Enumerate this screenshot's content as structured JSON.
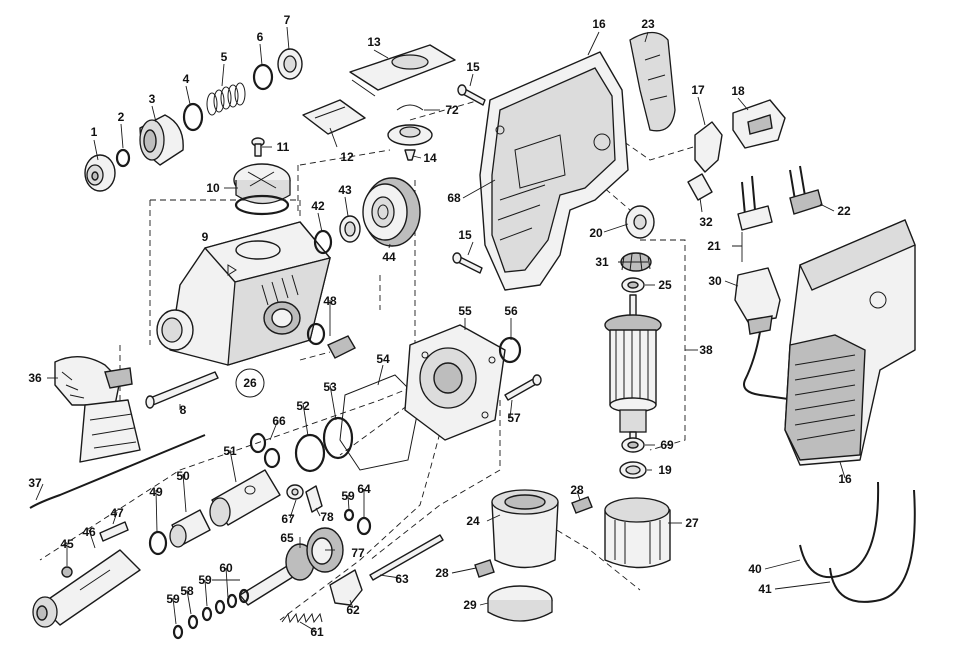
{
  "parts": [
    {
      "id": "p1",
      "label": "1"
    },
    {
      "id": "p2",
      "label": "2"
    },
    {
      "id": "p3",
      "label": "3"
    },
    {
      "id": "p4",
      "label": "4"
    },
    {
      "id": "p5",
      "label": "5"
    },
    {
      "id": "p6",
      "label": "6"
    },
    {
      "id": "p7",
      "label": "7"
    },
    {
      "id": "p8",
      "label": "8"
    },
    {
      "id": "p9",
      "label": "9"
    },
    {
      "id": "p10",
      "label": "10"
    },
    {
      "id": "p11",
      "label": "11"
    },
    {
      "id": "p12",
      "label": "12"
    },
    {
      "id": "p13",
      "label": "13"
    },
    {
      "id": "p14",
      "label": "14"
    },
    {
      "id": "p15a",
      "label": "15"
    },
    {
      "id": "p15b",
      "label": "15"
    },
    {
      "id": "p16a",
      "label": "16"
    },
    {
      "id": "p16b",
      "label": "16"
    },
    {
      "id": "p17",
      "label": "17"
    },
    {
      "id": "p18",
      "label": "18"
    },
    {
      "id": "p19",
      "label": "19"
    },
    {
      "id": "p20",
      "label": "20"
    },
    {
      "id": "p21",
      "label": "21"
    },
    {
      "id": "p22",
      "label": "22"
    },
    {
      "id": "p23",
      "label": "23"
    },
    {
      "id": "p24",
      "label": "24"
    },
    {
      "id": "p25",
      "label": "25"
    },
    {
      "id": "p26",
      "label": "26"
    },
    {
      "id": "p27",
      "label": "27"
    },
    {
      "id": "p28a",
      "label": "28"
    },
    {
      "id": "p28b",
      "label": "28"
    },
    {
      "id": "p29",
      "label": "29"
    },
    {
      "id": "p30",
      "label": "30"
    },
    {
      "id": "p31",
      "label": "31"
    },
    {
      "id": "p32",
      "label": "32"
    },
    {
      "id": "p36",
      "label": "36"
    },
    {
      "id": "p37",
      "label": "37"
    },
    {
      "id": "p38",
      "label": "38"
    },
    {
      "id": "p40",
      "label": "40"
    },
    {
      "id": "p41",
      "label": "41"
    },
    {
      "id": "p42",
      "label": "42"
    },
    {
      "id": "p43",
      "label": "43"
    },
    {
      "id": "p44",
      "label": "44"
    },
    {
      "id": "p45",
      "label": "45"
    },
    {
      "id": "p46",
      "label": "46"
    },
    {
      "id": "p47",
      "label": "47"
    },
    {
      "id": "p48",
      "label": "48"
    },
    {
      "id": "p49",
      "label": "49"
    },
    {
      "id": "p50",
      "label": "50"
    },
    {
      "id": "p51",
      "label": "51"
    },
    {
      "id": "p52",
      "label": "52"
    },
    {
      "id": "p53",
      "label": "53"
    },
    {
      "id": "p54",
      "label": "54"
    },
    {
      "id": "p55",
      "label": "55"
    },
    {
      "id": "p56",
      "label": "56"
    },
    {
      "id": "p57",
      "label": "57"
    },
    {
      "id": "p58",
      "label": "58"
    },
    {
      "id": "p59a",
      "label": "59"
    },
    {
      "id": "p59b",
      "label": "59"
    },
    {
      "id": "p59c",
      "label": "59"
    },
    {
      "id": "p60",
      "label": "60"
    },
    {
      "id": "p61",
      "label": "61"
    },
    {
      "id": "p62",
      "label": "62"
    },
    {
      "id": "p63",
      "label": "63"
    },
    {
      "id": "p64",
      "label": "64"
    },
    {
      "id": "p65",
      "label": "65"
    },
    {
      "id": "p66",
      "label": "66"
    },
    {
      "id": "p67",
      "label": "67"
    },
    {
      "id": "p68",
      "label": "68"
    },
    {
      "id": "p69",
      "label": "69"
    },
    {
      "id": "p72",
      "label": "72"
    },
    {
      "id": "p77",
      "label": "77"
    },
    {
      "id": "p78",
      "label": "78"
    }
  ]
}
